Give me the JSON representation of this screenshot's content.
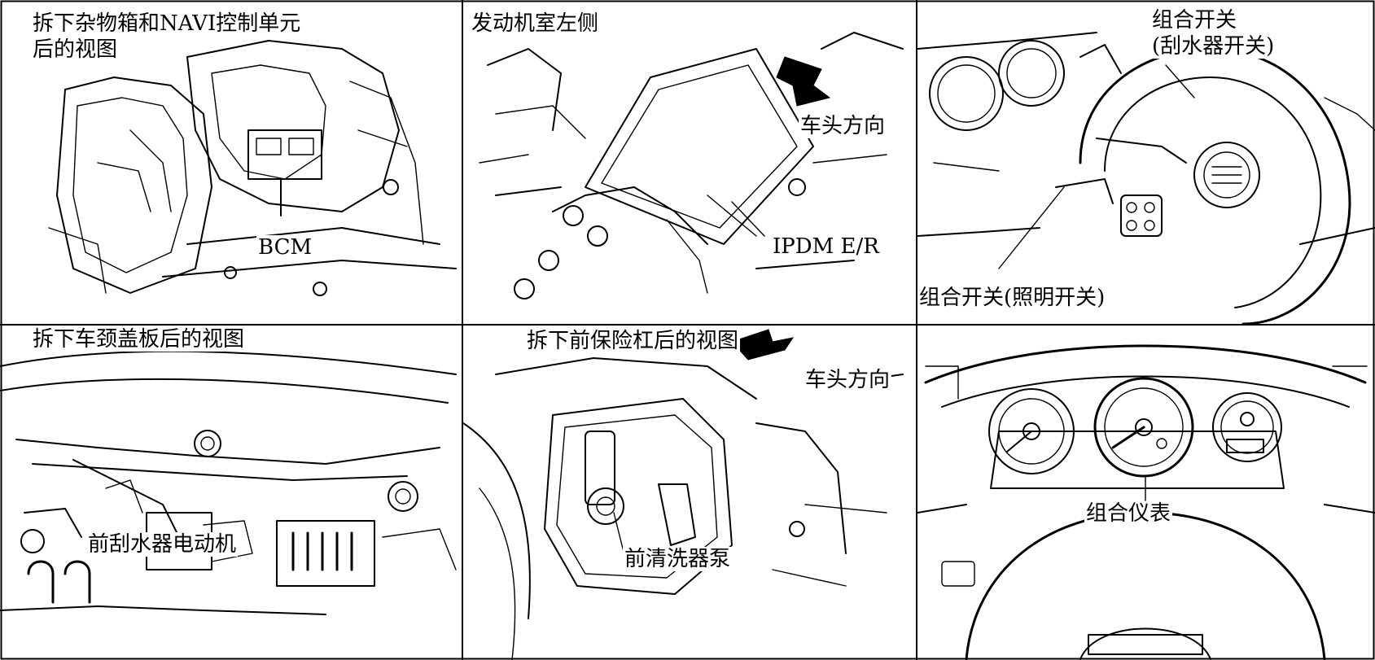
{
  "panels": [
    {
      "id": "p1",
      "title": "拆下杂物箱和NAVI控制单元",
      "title2": "后的视图",
      "labels": [
        "BCM"
      ]
    },
    {
      "id": "p2",
      "title": "发动机室左侧",
      "labels": [
        "车头方向",
        "IPDM E/R"
      ]
    },
    {
      "id": "p3",
      "title": "组合开关",
      "title2": "(刮水器开关)",
      "labels": [
        "组合开关(照明开关)"
      ]
    },
    {
      "id": "p4",
      "title": "拆下车颈盖板后的视图",
      "labels": [
        "前刮水器电动机"
      ]
    },
    {
      "id": "p5",
      "title": "拆下前保险杠后的视图",
      "labels": [
        "车头方向",
        "前清洗器泵"
      ]
    },
    {
      "id": "p6",
      "title": "",
      "labels": [
        "组合仪表"
      ]
    }
  ]
}
